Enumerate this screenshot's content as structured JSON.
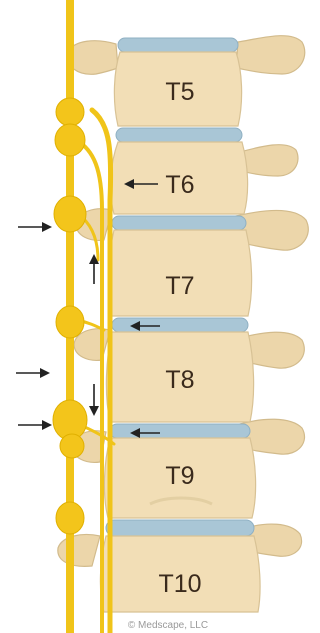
{
  "vertebrae": [
    {
      "id": "t5",
      "label": "T5"
    },
    {
      "id": "t6",
      "label": "T6"
    },
    {
      "id": "t7",
      "label": "T7"
    },
    {
      "id": "t8",
      "label": "T8"
    },
    {
      "id": "t9",
      "label": "T9"
    },
    {
      "id": "t10",
      "label": "T10"
    }
  ],
  "credit": "© Medscape, LLC",
  "colors": {
    "bone": "#f2deb6",
    "disc": "#a9c6d6",
    "nerve": "#f0c419",
    "arrow": "#222222"
  }
}
